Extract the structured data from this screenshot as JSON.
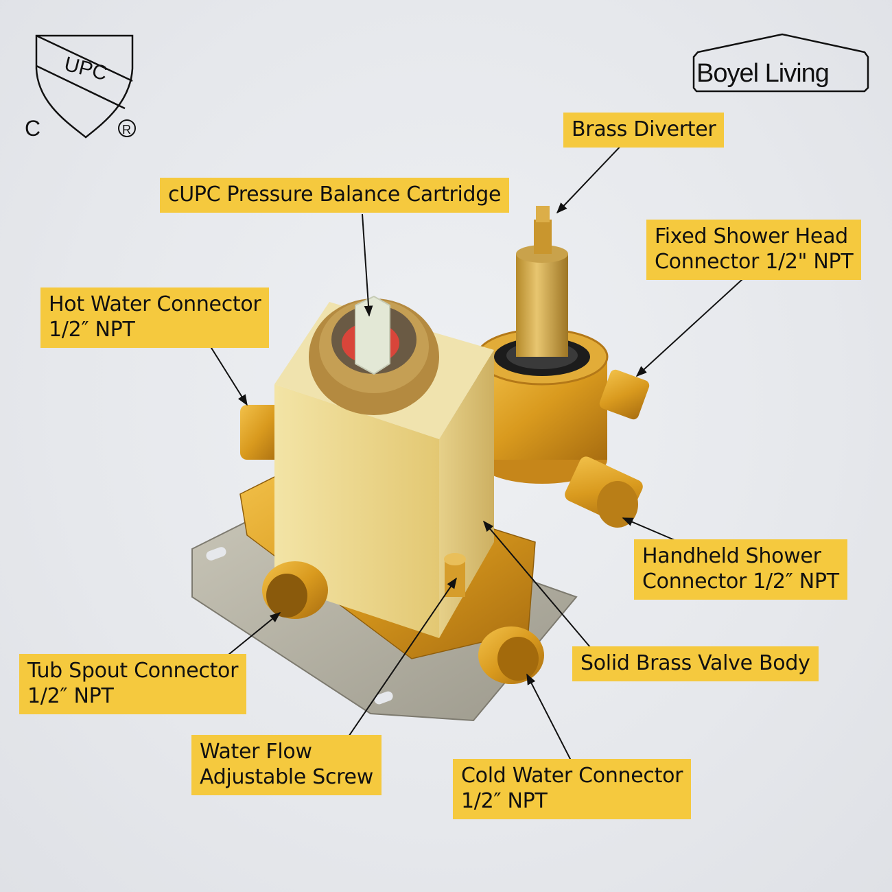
{
  "certification_logo": {
    "shield_text": "UPC",
    "left_mark": "C",
    "registered_mark": "®"
  },
  "brand": {
    "name": "Boyel Living"
  },
  "colors": {
    "label_background": "#f5c93e",
    "label_text": "#111111",
    "background": "#e6e8ec",
    "brass": "#d9a32a",
    "brushed_gold": "#e8d48a"
  },
  "callouts": {
    "brass_diverter": {
      "line1": "Brass Diverter"
    },
    "cartridge": {
      "line1": "cUPC Pressure Balance Cartridge"
    },
    "fixed_shower": {
      "line1": "Fixed Shower Head",
      "line2": "Connector 1/2\" NPT"
    },
    "hot_water": {
      "line1": "Hot Water Connector",
      "line2": "1/2″ NPT"
    },
    "handheld_shower": {
      "line1": "Handheld Shower",
      "line2": "Connector 1/2″ NPT"
    },
    "valve_body": {
      "line1": "Solid Brass Valve Body"
    },
    "tub_spout": {
      "line1": "Tub Spout Connector",
      "line2": "1/2″ NPT"
    },
    "flow_screw": {
      "line1": "Water Flow",
      "line2": "Adjustable Screw"
    },
    "cold_water": {
      "line1": "Cold Water Connector",
      "line2": "1/2″ NPT"
    }
  }
}
